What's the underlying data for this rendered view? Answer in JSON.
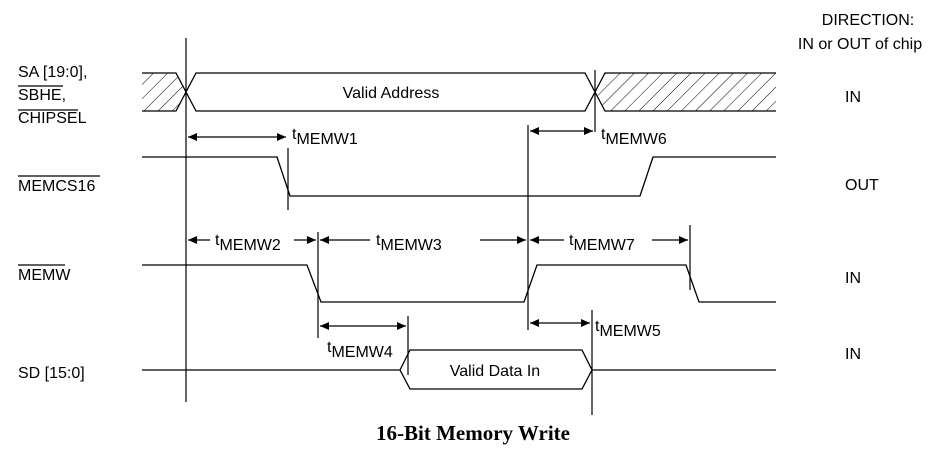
{
  "direction_header": {
    "line1": "DIRECTION:",
    "line2": "IN or OUT of chip"
  },
  "signals": [
    {
      "id": "sa",
      "labels": [
        "SA [19:0],",
        "SBHE,",
        "CHIPSEL"
      ],
      "overbar": "SBHE",
      "direction": "IN"
    },
    {
      "id": "memcs16",
      "labels": [
        "MEMCS16"
      ],
      "overbar": "MEMCS16",
      "direction": "OUT"
    },
    {
      "id": "memw",
      "labels": [
        "MEMW"
      ],
      "overbar": "MEMW",
      "direction": "IN"
    },
    {
      "id": "sd",
      "labels": [
        "SD [15:0]"
      ],
      "overbar": "",
      "direction": "IN"
    }
  ],
  "bus_labels": {
    "address": "Valid Address",
    "data": "Valid Data In"
  },
  "timings": [
    {
      "id": "t1",
      "base": "t",
      "sub": "MEMW1"
    },
    {
      "id": "t2",
      "base": "t",
      "sub": "MEMW2"
    },
    {
      "id": "t3",
      "base": "t",
      "sub": "MEMW3"
    },
    {
      "id": "t4",
      "base": "t",
      "sub": "MEMW4"
    },
    {
      "id": "t5",
      "base": "t",
      "sub": "MEMW5"
    },
    {
      "id": "t6",
      "base": "t",
      "sub": "MEMW6"
    },
    {
      "id": "t7",
      "base": "t",
      "sub": "MEMW7"
    }
  ],
  "caption": "16-Bit Memory Write"
}
